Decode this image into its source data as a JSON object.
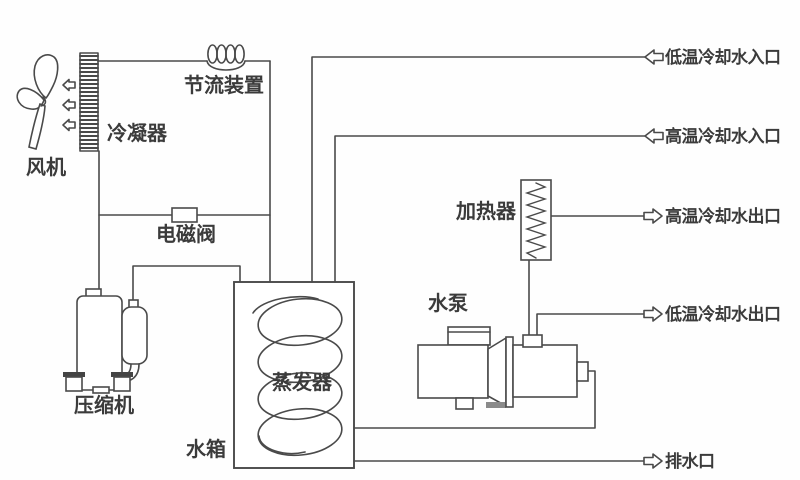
{
  "labels": {
    "fan": "风机",
    "condenser": "冷凝器",
    "throttling_device": "节流装置",
    "solenoid_valve": "电磁阀",
    "compressor": "压缩机",
    "evaporator": "蒸发器",
    "water_tank": "水箱",
    "water_pump": "水泵",
    "heater": "加热器"
  },
  "ports": {
    "low_temp_inlet": {
      "label": "低温冷却水入口",
      "flow": "in"
    },
    "high_temp_inlet": {
      "label": "高温冷却水入口",
      "flow": "in"
    },
    "high_temp_outlet": {
      "label": "高温冷却水出口",
      "flow": "out"
    },
    "low_temp_outlet": {
      "label": "低温冷却水出口",
      "flow": "out"
    },
    "drain": {
      "label": "排水口",
      "flow": "out"
    }
  },
  "colors": {
    "line": "#4a4a4a",
    "text": "#3b3b3b",
    "background": "#fefefe"
  }
}
